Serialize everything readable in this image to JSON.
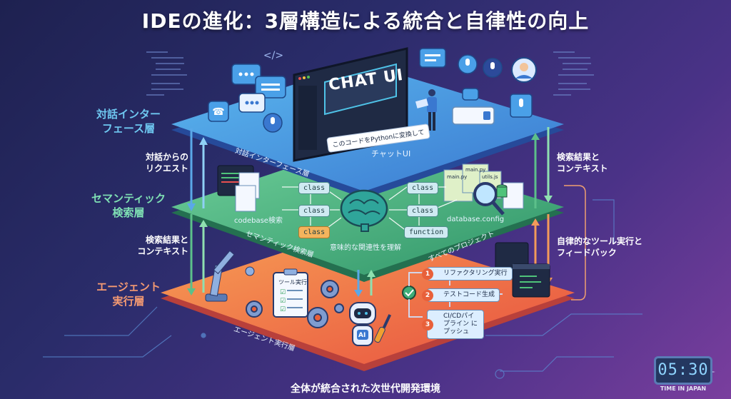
{
  "title": "IDEの進化：3層構造による統合と自律性の向上",
  "layers": [
    {
      "id": "interface",
      "side_label_line1": "対話インター",
      "side_label_line2": "フェース層",
      "edge_label": "対話インターフェース層",
      "center_label": "チャットUI",
      "screen_title": "CHAT UI",
      "user_prompt": "このコードをPythonに変換して",
      "color": "#3f8fd8",
      "label_color": "#6ec7f0"
    },
    {
      "id": "semantic",
      "side_label_line1": "セマンティック",
      "side_label_line2": "検索層",
      "edge_label": "セマンティック検索層",
      "edge_label_right": "すべてのプロジェクト",
      "center_label": "意味的な関連性を理解",
      "left_tag": "codebase検索",
      "right_tag": "database.config",
      "nodes_left": [
        "class",
        "class",
        "class"
      ],
      "nodes_right": [
        "class",
        "class",
        "function"
      ],
      "files": [
        "main.py",
        "main.py",
        "utils.js"
      ],
      "color": "#3fae78",
      "label_color": "#7fe0b4"
    },
    {
      "id": "agent",
      "side_label_line1": "エージェント",
      "side_label_line2": "実行層",
      "edge_label": "エージェント実行層",
      "clipboard_title": "ツール実行",
      "robot_badge": "AI",
      "steps": [
        {
          "num": "1",
          "label": "リファクタリング実行"
        },
        {
          "num": "2",
          "label": "テストコード生成"
        },
        {
          "num": "3",
          "label": "CI/CDパイプライン にプッシュ"
        }
      ],
      "color": "#ee6a45",
      "label_color": "#f59a72"
    }
  ],
  "flows": {
    "left_upper": {
      "line1": "対話からの",
      "line2": "リクエスト"
    },
    "left_lower": {
      "line1": "検索結果と",
      "line2": "コンテキスト"
    },
    "right_upper": {
      "line1": "検索結果と",
      "line2": "コンテキスト"
    },
    "right_lower": {
      "line1": "自律的なツール実行と",
      "line2": "フィードバック"
    }
  },
  "footer": "全体が統合された次世代開発環境",
  "clock": {
    "time": "05:30",
    "caption": "TIME IN JAPAN"
  },
  "icons": [
    "phone-icon",
    "chat-bubble-icon",
    "mic-icon",
    "code-tag-icon",
    "avatar-icon",
    "brain-icon",
    "magnifier-icon",
    "database-icon",
    "robot-arm-icon",
    "gear-icon",
    "clipboard-icon",
    "robot-icon",
    "screwdriver-icon",
    "check-icon"
  ]
}
